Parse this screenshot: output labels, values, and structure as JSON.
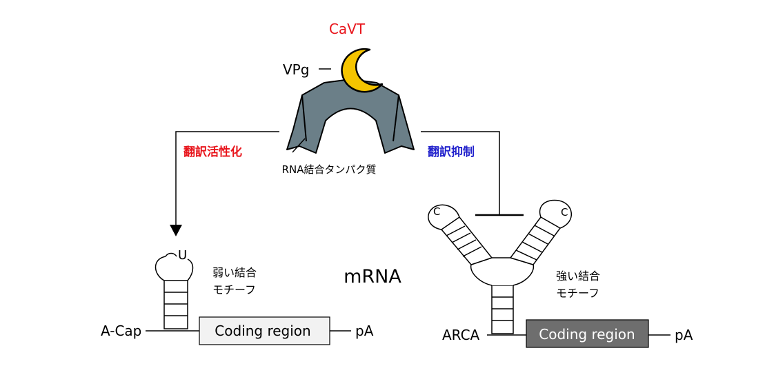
{
  "labels": {
    "cavt": "CaVT",
    "vpg": "VPg",
    "rbp": "RNA結合タンパク質",
    "activation": "翻訳活性化",
    "repression": "翻訳抑制",
    "mrna": "mRNA",
    "weak_line1": "弱い結合",
    "weak_line2": "モチーフ",
    "strong_line1": "強い結合",
    "strong_line2": "モチーフ",
    "left_cap": "A-Cap",
    "right_cap": "ARCA",
    "left_coding": "Coding region",
    "right_coding": "Coding region",
    "left_pa": "pA",
    "right_pa": "pA",
    "left_loop_base": "U",
    "right_loop_base_1": "C",
    "right_loop_base_2": "C"
  },
  "colors": {
    "cavt": "#e8141b",
    "activation": "#e8141b",
    "repression": "#2222cc",
    "vpg_fill": "#f5c400",
    "protein_fill": "#6b7f88",
    "left_coding_fill": "#f2f2f2",
    "right_coding_fill": "#6e6e6e",
    "right_coding_text": "#ffffff"
  }
}
